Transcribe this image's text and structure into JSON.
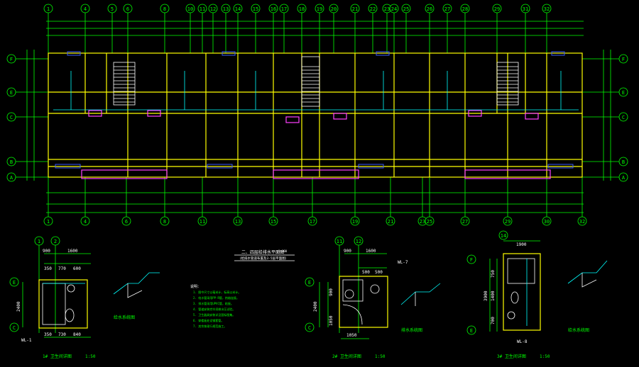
{
  "plan": {
    "top_axes": [
      "1",
      "4",
      "5",
      "6",
      "8",
      "10",
      "11",
      "12",
      "13",
      "14",
      "15",
      "16",
      "17",
      "18",
      "19",
      "20",
      "21",
      "22",
      "23",
      "24",
      "25",
      "26",
      "27",
      "28",
      "29",
      "31",
      "32"
    ],
    "bottom_axes": [
      "1",
      "4",
      "6",
      "8",
      "11",
      "13",
      "15",
      "17",
      "19",
      "21",
      "23",
      "25",
      "27",
      "29",
      "30",
      "32"
    ],
    "row_axes": [
      "F",
      "E",
      "C",
      "B",
      "A"
    ]
  },
  "title_note": {
    "title": "二、四层给排水平面图",
    "subtitle": "（给排水管道布置及3-5层平面图）",
    "scale_tag": "1:100"
  },
  "notes": {
    "heading": "说明：",
    "lines": [
      "1. 图中尺寸以毫米计，标高以米计。",
      "2. 给水管采用PP-R管，热熔连接。",
      "3. 排水管采用UPVC管，粘接。",
      "4. 管道安装完毕须做水压试验。",
      "5. 卫生器具安装详见国标图集。",
      "6. 穿楼板处设钢套管。",
      "7. 其余按现行规范施工。"
    ]
  },
  "detail1": {
    "axis_a": "1",
    "axis_b": "2",
    "axis_top": "E",
    "axis_bottom": "C",
    "dims_top": [
      "900",
      "1600"
    ],
    "dims_inner": [
      "350",
      "770",
      "600"
    ],
    "dims_bottom": [
      "350",
      "730",
      "840"
    ],
    "height": "2400",
    "pipe_tag": "WL-1",
    "title": "1# 卫生间详图",
    "scale": "1:50",
    "iso_caption": "给水系统图"
  },
  "detail2": {
    "axis_a": "11",
    "axis_b": "12",
    "axis_top": "E",
    "axis_bottom": "C",
    "dims_top": [
      "900",
      "1600"
    ],
    "dims_inner": [
      "500",
      "500"
    ],
    "height": "2400",
    "side_dims": [
      "900",
      "1050"
    ],
    "bottom_dim": "1050",
    "pipe_tag": "WL-7",
    "title": "2# 卫生间详图",
    "scale": "1:50",
    "iso_caption": "排水系统图"
  },
  "detail3": {
    "axis_top_num": "14",
    "axis_top": "F",
    "axis_bottom": "E",
    "dims_top": [
      "1900"
    ],
    "height": "3900",
    "side_dims": [
      "750",
      "1400",
      "700"
    ],
    "pipe_tag": "WL-8",
    "title": "3# 卫生间详图",
    "scale": "1:50",
    "iso_caption": "给水系统图"
  },
  "colors": {
    "axis": "#00ff00",
    "wall": "#ffff00",
    "fixture": "#ffffff",
    "pipe": "#00ffff",
    "tag": "#ff40ff",
    "door": "#3a5bff"
  }
}
